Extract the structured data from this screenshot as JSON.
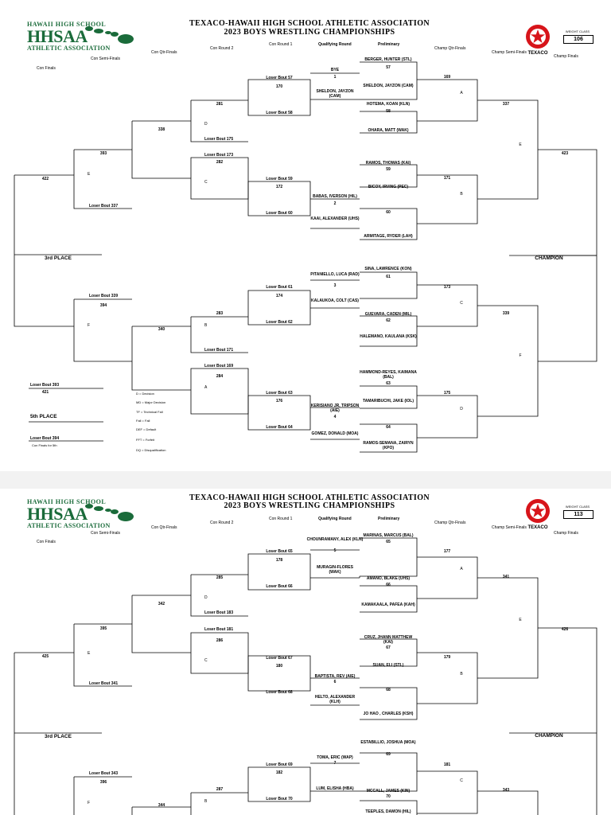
{
  "sheets": [
    {
      "logo": {
        "line1": "HAWAII HIGH SCHOOL",
        "line2": "HHSAA",
        "line3": "ATHLETIC ASSOCIATION"
      },
      "title1": "TEXACO-HAWAII HIGH SCHOOL ATHLETIC ASSOCIATION",
      "title2": "2023 BOYS WRESTLING CHAMPIONSHIPS",
      "sponsor": "TEXACO",
      "weight_class_label": "WEIGHT CLASS",
      "weight_class": "106",
      "col_headers": {
        "con_finals": "Con Finals",
        "con_semis": "Con Semi-Finals",
        "con_qtr": "Con Qtr-Finals",
        "con_r2": "Con Round 2",
        "con_r1": "Con Round 1",
        "qualifying": "Qualifying Round",
        "prelim": "Preliminary",
        "champ_qtr": "Champ Qtr-Finals",
        "champ_semis": "Champ Semi-Finals",
        "champ_finals": "Champ Finals"
      },
      "third_place": "3rd PLACE",
      "fifth_place": "5th PLACE",
      "champion": "CHAMPION",
      "con_finals_5th": "Con Finals for 5th",
      "legend": [
        "D = Decision",
        "MD = Major Decision",
        "TF = Technical Fall",
        "Fall = Fall",
        "DEF = Default",
        "FFT = Forfeit",
        "DQ = Disqualification"
      ],
      "right": [
        {
          "top": "BERGER, HUNTER (STL)",
          "bout": "57",
          "bottom": "SHELDON, JAYZON (CAM)"
        },
        {
          "top": "HOTEMA, KOAN (KLN)",
          "bout": "58",
          "bottom": "OHARA, MATT (WAK)"
        },
        {
          "top": "RAMOS, THOMAS (KAI)",
          "bout": "59",
          "bottom": "BICOY, IRVING (PEC)"
        },
        {
          "top": "",
          "bout": "60",
          "bottom": "ARMITAGE, RYDER (LAH)"
        },
        {
          "top": "SINA, LAWRENCE (KON)",
          "bout": "61",
          "bottom": "GUEVARA, CADEN (MIL)"
        },
        {
          "top": "",
          "bout": "62",
          "bottom": "HALEMANO, KAULANA (KSK)"
        },
        {
          "top": "HAMMOND-REYES, KAIMANA (BAL)",
          "bout": "63",
          "bottom": "TAMARIBUCHI, JAKE (IOL)"
        },
        {
          "top": "",
          "bout": "64",
          "bottom": "RAMOS-SEMANA, ZAIRYN (KPO)"
        }
      ],
      "qual": [
        {
          "top": "BYE",
          "bout": "1",
          "bottom": "SHELDON, JAYZON (CAM)"
        },
        {
          "top": "BABAS, IVERSON (HIL)",
          "bout": "2",
          "bottom": "KAAI, ALEXANDER (UHS)"
        },
        {
          "top": "PITANIELLO, LUCA (RAD)",
          "bout": "3",
          "bottom": "KALAUKOA, COLT (CAS)"
        },
        {
          "top": "KERISIANO JR, TRIPSON (AIE)",
          "bout": "4",
          "bottom": "GOMEZ, DONALD (MOA)"
        }
      ],
      "champ_qtr": [
        "169",
        "171",
        "173",
        "175"
      ],
      "champ_qtr_letters": [
        "A",
        "B",
        "C",
        "D"
      ],
      "champ_semi": [
        "337",
        "339"
      ],
      "champ_semi_letters": [
        "E",
        "F"
      ],
      "champ_final": "423",
      "con_r1": [
        {
          "top": "Loser Bout 57",
          "bout": "170",
          "bottom": "Loser Bout 58"
        },
        {
          "top": "Loser Bout 59",
          "bout": "172",
          "bottom": "Loser Bout 60"
        },
        {
          "top": "Loser Bout 61",
          "bout": "174",
          "bottom": "Loser Bout 62"
        },
        {
          "top": "Loser Bout 63",
          "bout": "176",
          "bottom": "Loser Bout 64"
        }
      ],
      "con_r2": [
        {
          "bout": "281",
          "letter": "D",
          "bottom": "Loser Bout 175"
        },
        {
          "top": "Loser Bout 173",
          "bout": "282",
          "letter": "C"
        },
        {
          "bout": "283",
          "letter": "B",
          "bottom": "Loser Bout 171"
        },
        {
          "top": "Loser Bout 169",
          "bout": "284",
          "letter": "A"
        }
      ],
      "con_qtr": [
        "338",
        "340"
      ],
      "con_semi": [
        {
          "bout": "393",
          "letter": "E",
          "bottom": "Loser Bout 337"
        },
        {
          "top": "Loser Bout 339",
          "bout": "394",
          "letter": "F"
        }
      ],
      "con_final": "422",
      "fifth": {
        "top": "Loser Bout 393",
        "bout": "421",
        "bottom": "Loser Bout 394"
      }
    },
    {
      "logo": {
        "line1": "HAWAII HIGH SCHOOL",
        "line2": "HHSAA",
        "line3": "ATHLETIC ASSOCIATION"
      },
      "title1": "TEXACO-HAWAII HIGH SCHOOL ATHLETIC ASSOCIATION",
      "title2": "2023 BOYS WRESTLING CHAMPIONSHIPS",
      "sponsor": "TEXACO",
      "weight_class_label": "WEIGHT CLASS",
      "weight_class": "113",
      "col_headers": {
        "con_finals": "Con Finals",
        "con_semis": "Con Semi-Finals",
        "con_qtr": "Con Qtr-Finals",
        "con_r2": "Con Round 2",
        "con_r1": "Con Round 1",
        "qualifying": "Qualifying Round",
        "prelim": "Preliminary",
        "champ_qtr": "Champ Qtr-Finals",
        "champ_semis": "Champ Semi-Finals",
        "champ_finals": "Champ Finals"
      },
      "third_place": "3rd PLACE",
      "champion": "CHAMPION",
      "right": [
        {
          "top": "MARINAS, MARCUS (BAL)",
          "bout": "65",
          "bottom": "AMANO, BLAKE (UHS)"
        },
        {
          "top": "",
          "bout": "66",
          "bottom": "KAMAKAALA, PAFEA (KAH)"
        },
        {
          "top": "CRUZ, JHANN MATTHEW (KAI)",
          "bout": "67",
          "bottom": "SUAN, ELI (STL)"
        },
        {
          "top": "",
          "bout": "68",
          "bottom": "JO HAO , CHARLES (KSH)"
        },
        {
          "top": "ESTABILLIO, JOSHUA (MOA)",
          "bout": "69",
          "bottom": "MCCALL, JAMES (KIN)"
        },
        {
          "top": "",
          "bout": "70",
          "bottom": "TEEPLES, DAMON (HIL)"
        }
      ],
      "qual": [
        {
          "top": "CHOUNRAMANY, ALEX (KLN)",
          "bout": "5",
          "bottom": "MURAGIN-FLORES (WAK)"
        },
        {
          "top": "BAPTISTA, REV (AIE)",
          "bout": "6",
          "bottom": "HELTO, ALEXANDER (KLH)"
        },
        {
          "top": "TOMA, ERIC (WAP)",
          "bout": "7",
          "bottom": "LUM, ELISHA (HBA)"
        }
      ],
      "champ_qtr": [
        "177",
        "179",
        "181"
      ],
      "champ_qtr_letters": [
        "A",
        "B",
        "C"
      ],
      "champ_semi": [
        "341",
        "343"
      ],
      "champ_semi_letters": [
        "E"
      ],
      "champ_final": "426",
      "con_r1": [
        {
          "top": "Loser Bout 65",
          "bout": "178",
          "bottom": "Loser Bout 66"
        },
        {
          "top": "Loser Bout 67",
          "bout": "180",
          "bottom": "Loser Bout 68"
        },
        {
          "top": "Loser Bout 69",
          "bout": "182",
          "bottom": "Loser Bout 70"
        }
      ],
      "con_r2": [
        {
          "bout": "285",
          "letter": "D",
          "bottom": "Loser Bout 183"
        },
        {
          "top": "Loser Bout 181",
          "bout": "286",
          "letter": "C"
        },
        {
          "bout": "287",
          "letter": "B"
        }
      ],
      "con_qtr": [
        "342",
        "344"
      ],
      "con_semi": [
        {
          "bout": "395",
          "letter": "E",
          "bottom": "Loser Bout 341"
        },
        {
          "top": "Loser Bout 343",
          "bout": "396",
          "letter": "F"
        }
      ],
      "con_final": "425"
    }
  ]
}
